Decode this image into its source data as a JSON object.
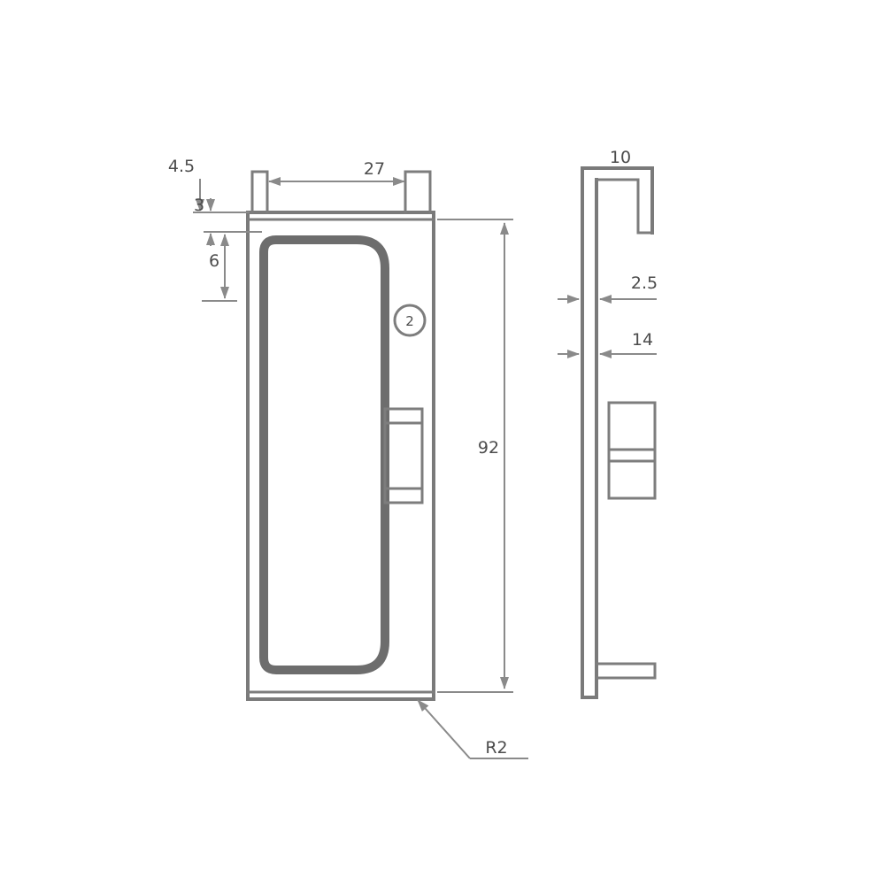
{
  "drawing": {
    "kind": "technical-drawing-two-views",
    "front": {
      "dims": {
        "top_width": "27",
        "tab_height": "4.5",
        "step_small": "3",
        "step_mid": "6",
        "overall_height": "92",
        "corner_radius": "R2",
        "hole_diameter": "2"
      }
    },
    "side": {
      "dims": {
        "top_width": "10",
        "wall_thickness": "2.5",
        "flange_width": "14"
      }
    },
    "colors": {
      "profile_line": "#7a7a7a",
      "thick_contour": "#6d6d6d",
      "dimension_line": "#8a8a8a",
      "label_text": "#4c4c4c",
      "background": "#ffffff"
    }
  }
}
